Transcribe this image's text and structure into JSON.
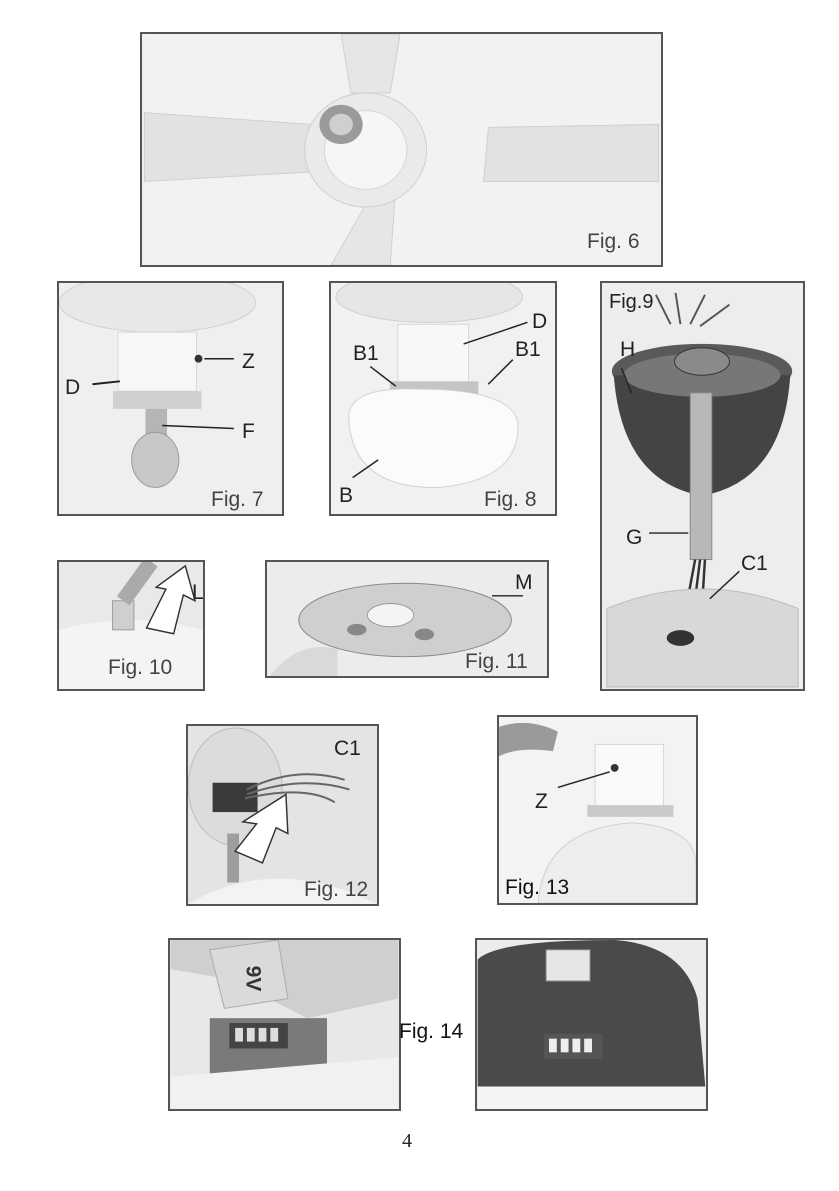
{
  "figures": {
    "fig6": {
      "caption": "Fig. 6"
    },
    "fig7": {
      "caption": "Fig. 7",
      "labels": {
        "z": "Z",
        "d": "D",
        "f": "F"
      }
    },
    "fig8": {
      "caption": "Fig. 8",
      "labels": {
        "d": "D",
        "b1_left": "B1",
        "b1_right": "B1",
        "b": "B"
      }
    },
    "fig9": {
      "caption": "Fig.9",
      "labels": {
        "h": "H",
        "g": "G",
        "c1": "C1"
      }
    },
    "fig10": {
      "caption": "Fig. 10",
      "labels": {
        "l": "L"
      }
    },
    "fig11": {
      "caption": "Fig. 11",
      "labels": {
        "m": "M"
      }
    },
    "fig12": {
      "caption": "Fig. 12",
      "labels": {
        "c1": "C1"
      }
    },
    "fig13": {
      "caption": "Fig. 13",
      "labels": {
        "z": "Z"
      }
    },
    "fig14": {
      "caption": "Fig. 14",
      "labels": {
        "sticker": "9V"
      }
    }
  },
  "page_number": "4"
}
